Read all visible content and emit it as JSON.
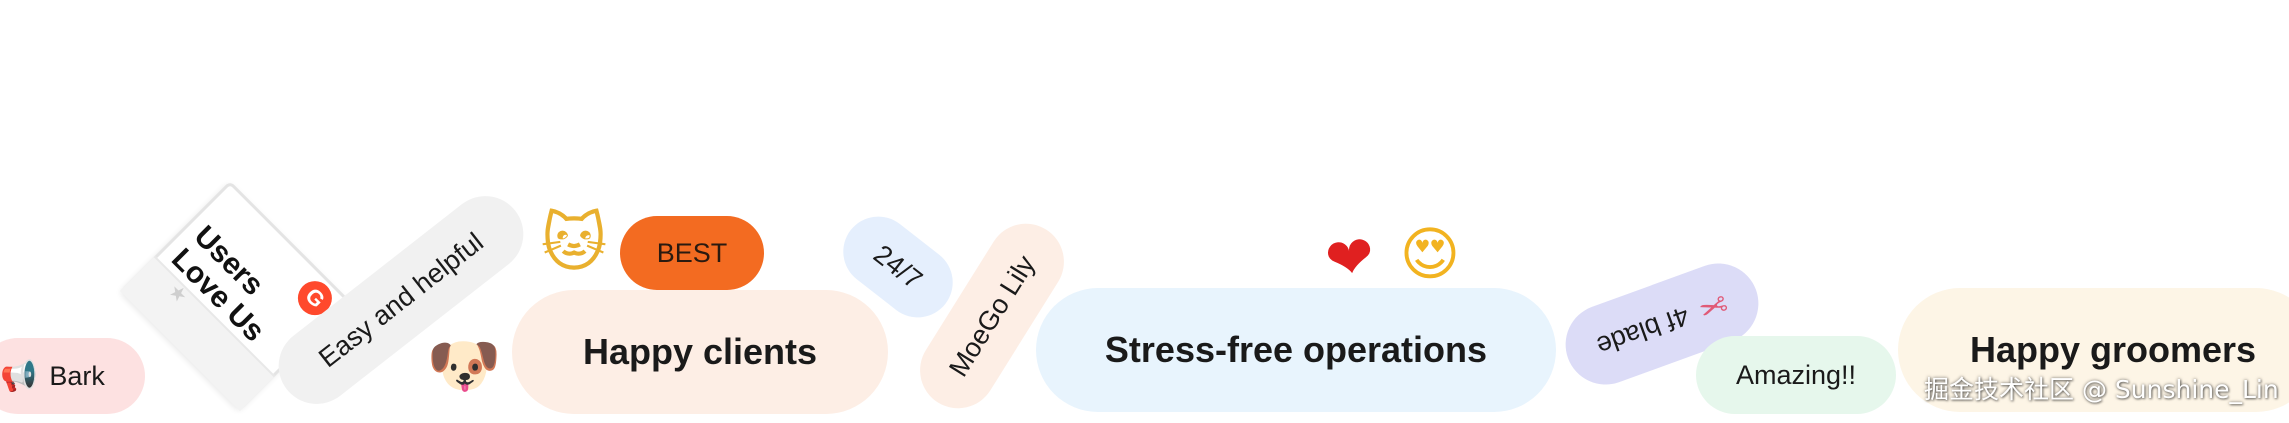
{
  "stickers": {
    "bark": {
      "icon": "loudspeaker-icon",
      "glyph": "📢",
      "label": "Bark",
      "bg": "#fde1e1"
    },
    "g2_badge": {
      "line1": "Users",
      "line2": "Love Us",
      "logo": "G",
      "accent": "#ff492c"
    },
    "easy": {
      "label": "Easy and helpful",
      "bg": "#f1f1f1"
    },
    "dog_emoji": {
      "icon": "dog-face-icon",
      "glyph": "🐶"
    },
    "cat_emoji": {
      "icon": "cat-face-icon",
      "glyph": "🐱"
    },
    "happy_clients": {
      "label": "Happy clients",
      "bg": "#fdeee5"
    },
    "best": {
      "label": "BEST",
      "bg": "#f36b21"
    },
    "twentyfour_seven": {
      "label": "24/7",
      "bg": "#e5effd"
    },
    "moego_lily": {
      "label": "MoeGo Lily",
      "bg": "#fdeee5"
    },
    "stress_free": {
      "label": "Stress-free operations",
      "bg": "#e8f4fd"
    },
    "heart_emoji": {
      "icon": "red-heart-icon",
      "glyph": "❤"
    },
    "heart_eyes_emoji": {
      "icon": "heart-eyes-face-icon",
      "glyph": "😍"
    },
    "blade": {
      "label": "4f blade",
      "icon": "scissors-icon",
      "glyph": "✂",
      "bg": "#dcdcf7"
    },
    "amazing": {
      "label": "Amazing!!",
      "bg": "#e6f7ec"
    },
    "happy_groomers": {
      "label": "Happy groomers",
      "bg": "#fdf5e6"
    }
  },
  "watermark": "掘金技术社区 @ Sunshine_Lin"
}
